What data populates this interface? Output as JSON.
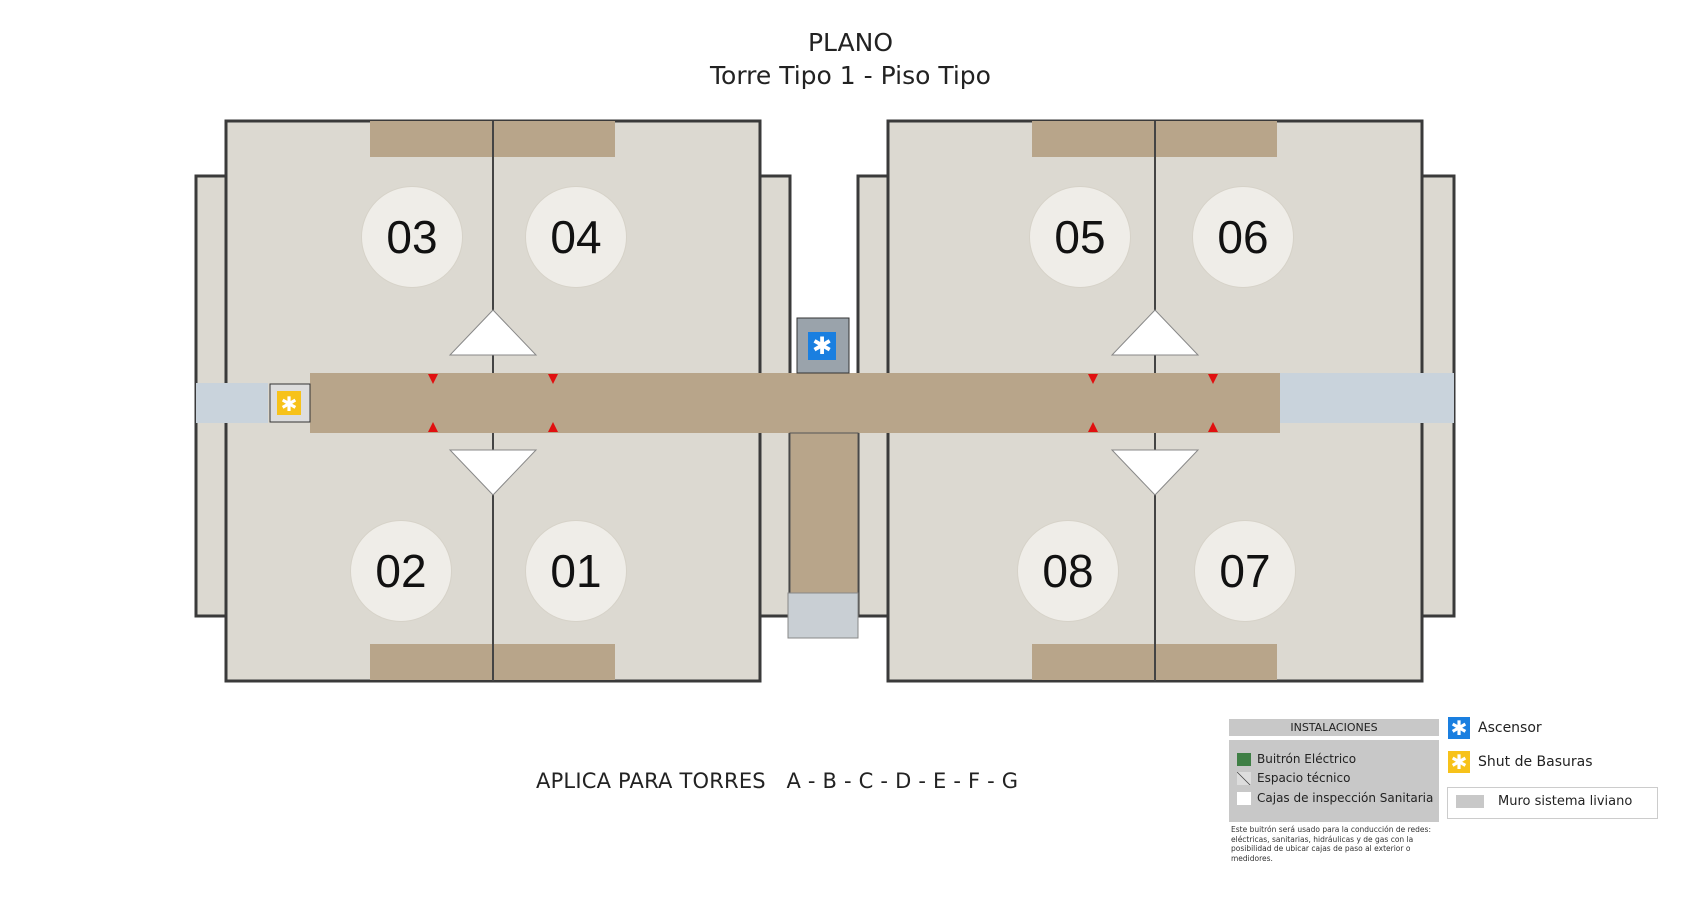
{
  "header": {
    "title": "PLANO",
    "subtitle": "Torre Tipo 1 - Piso Tipo"
  },
  "units": [
    "03",
    "04",
    "05",
    "06",
    "02",
    "01",
    "08",
    "07"
  ],
  "applies": "APLICA PARA TORRES   A - B - C - D - E - F - G",
  "legend": {
    "installations_title": "INSTALACIONES",
    "items": [
      {
        "label": "Buitrón Eléctrico",
        "color": "#3f7f45"
      },
      {
        "label": "Espacio técnico"
      },
      {
        "label": "Cajas de inspección Sanitaria",
        "color": "#ffffff"
      }
    ],
    "note": "Este buitrón será usado para la conducción de redes: eléctricas, sanitarias, hidráulicas y de gas con la posibilidad de ubicar cajas de paso al exterior o medidores.",
    "ascensor": {
      "label": "Ascensor",
      "color": "#1a7fe0"
    },
    "shut": {
      "label": "Shut de Basuras",
      "color": "#f7c21a"
    },
    "muro": {
      "label": "Muro sistema liviano",
      "color": "#c8c8c8"
    }
  }
}
